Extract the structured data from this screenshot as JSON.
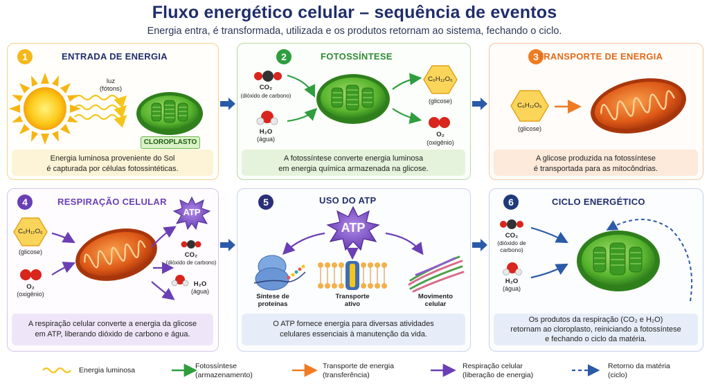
{
  "header": {
    "title": "Fluxo energético celular – sequência de eventos",
    "subtitle": "Energia entra, é transformada, utilizada e os produtos retornam ao sistema, fechando o ciclo."
  },
  "colors": {
    "light": "#f5c518",
    "photosynthesis": "#2e9e3e",
    "transport": "#f07c22",
    "respiration": "#6a3fb5",
    "return": "#2a5aa8",
    "flow_arrow": "#2a5aa8"
  },
  "panels": [
    {
      "number": "1",
      "title": "ENTRADA DE ENERGIA",
      "labels": {
        "light": "luz",
        "photons": "(fótons)",
        "organelle": "CLOROPLASTO"
      },
      "description": [
        "Energia luminosa proveniente do Sol",
        "é capturada por células fotossintéticas."
      ]
    },
    {
      "number": "2",
      "title": "FOTOSSÍNTESE",
      "labels": {
        "co2": "CO₂",
        "co2_name": "(dióxido de carbono)",
        "h2o": "H₂O",
        "h2o_name": "(água)",
        "glucose": "C₆H₁₂O₆",
        "glucose_name": "(glicose)",
        "o2": "O₂",
        "o2_name": "(oxigênio)"
      },
      "description": [
        "A fotossíntese converte energia luminosa",
        "em energia química armazenada na glicose."
      ]
    },
    {
      "number": "3",
      "title": "TRANSPORTE DE ENERGIA",
      "labels": {
        "glucose": "C₆H₁₂O₆",
        "glucose_name": "(glicose)"
      },
      "description": [
        "A glicose produzida na fotossíntese",
        "é transportada para as mitocôndrias."
      ]
    },
    {
      "number": "4",
      "title": "RESPIRAÇÃO CELULAR",
      "labels": {
        "glucose": "C₆H₁₂O₆",
        "glucose_name": "(glicose)",
        "o2": "O₂",
        "o2_name": "(oxigênio)",
        "atp": "ATP",
        "co2": "CO₂",
        "co2_name": "(dióxido de carbono)",
        "h2o": "H₂O",
        "h2o_name": "(água)"
      },
      "description": [
        "A respiração celular converte a energia da glicose",
        "em ATP, liberando dióxido de carbono e água."
      ]
    },
    {
      "number": "5",
      "title": "USO DO ATP",
      "labels": {
        "atp": "ATP",
        "use1": [
          "Síntese de",
          "proteínas"
        ],
        "use2": [
          "Transporte",
          "ativo"
        ],
        "use3": [
          "Movimento",
          "celular"
        ]
      },
      "description": [
        "O ATP fornece energia para diversas atividades",
        "celulares essenciais à manutenção da vida."
      ]
    },
    {
      "number": "6",
      "title": "CICLO ENERGÉTICO",
      "labels": {
        "co2": "CO₂",
        "co2_name1": "(dióxido de",
        "co2_name2": "carbono)",
        "h2o": "H₂O",
        "h2o_name": "(água)"
      },
      "description": [
        "Os produtos da respiração (CO₂ e H₂O)",
        "retornam ao cloroplasto, reiniciando a fotossíntese",
        "e fechando o ciclo da matéria."
      ]
    }
  ],
  "legend": [
    {
      "icon": "wavy-yellow-arrow-icon",
      "line1": "Energia luminosa",
      "line2": ""
    },
    {
      "icon": "green-arrow-icon",
      "line1": "Fotossíntese",
      "line2": "(armazenamento)"
    },
    {
      "icon": "orange-arrow-icon",
      "line1": "Transporte de energia",
      "line2": "(transferência)"
    },
    {
      "icon": "purple-arrow-icon",
      "line1": "Respiração celular",
      "line2": "(liberação de energia)"
    },
    {
      "icon": "dashed-blue-arrow-icon",
      "line1": "Retorno da matéria",
      "line2": "(ciclo)"
    }
  ]
}
